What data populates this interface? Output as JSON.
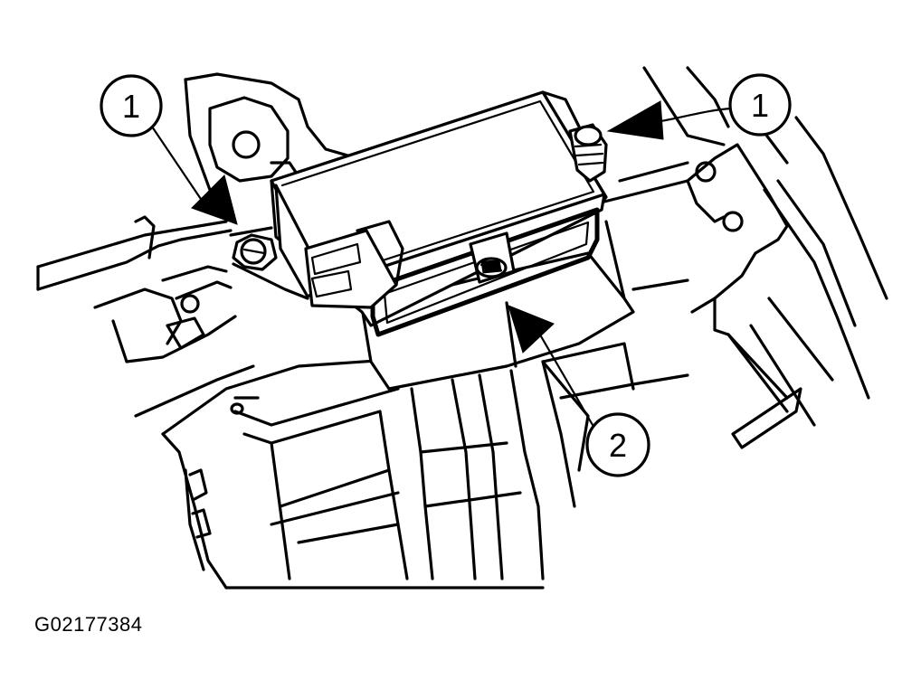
{
  "callouts": [
    {
      "id": "left",
      "label": "1"
    },
    {
      "id": "right",
      "label": "1"
    },
    {
      "id": "bottom",
      "label": "2"
    }
  ],
  "figure_code": "G02177384"
}
